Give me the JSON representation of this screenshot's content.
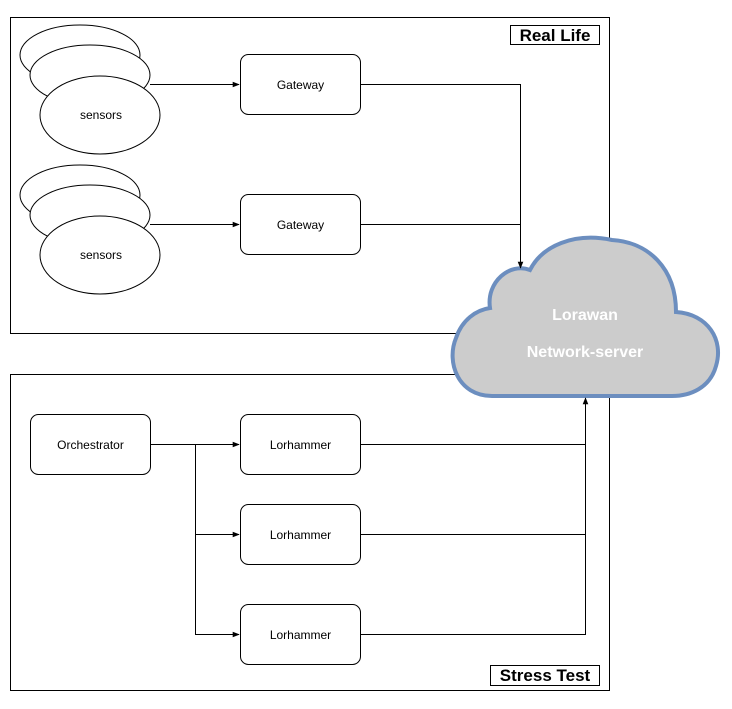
{
  "regions": {
    "real_life": {
      "label": "Real Life"
    },
    "stress_test": {
      "label": "Stress Test"
    }
  },
  "sensors": [
    {
      "label": "sensors"
    },
    {
      "label": "sensors"
    }
  ],
  "gateways": [
    {
      "label": "Gateway"
    },
    {
      "label": "Gateway"
    }
  ],
  "orchestrator": {
    "label": "Orchestrator"
  },
  "lorhammers": [
    {
      "label": "Lorhammer"
    },
    {
      "label": "Lorhammer"
    },
    {
      "label": "Lorhammer"
    }
  ],
  "network_server": {
    "line1": "Lorawan",
    "line2": "Network-server",
    "fill": "#cccccc",
    "stroke": "#6c8ebf"
  }
}
